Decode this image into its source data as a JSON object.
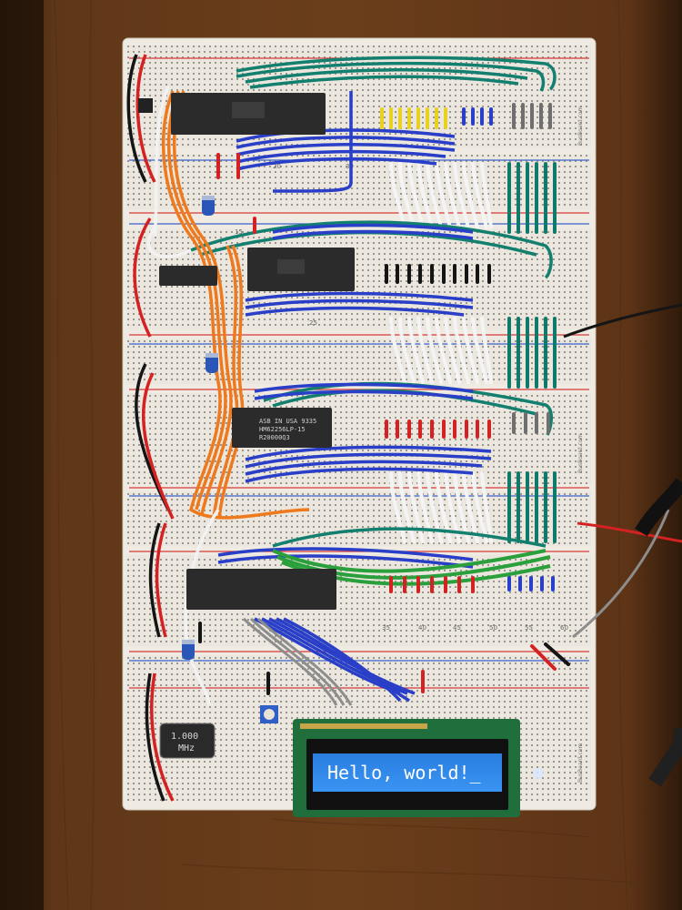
{
  "photo": {
    "lcd_text": "Hello, world!_",
    "oscillator_text": [
      "1.000",
      "MHz"
    ],
    "ram_chip_text": [
      "ASB IN USA 9335",
      "HM62256LP-15",
      "R20000Q3"
    ],
    "column_numbers": [
      "15",
      "20",
      "25",
      "30",
      "35",
      "40",
      "45",
      "50",
      "55",
      "60"
    ],
    "board_brand": "BusBoard.com"
  },
  "colors": {
    "table": "#5a3418",
    "breadboard": "#ece7de",
    "chip": "#2b2b2b",
    "wire_blue": "#2a3fc7",
    "wire_teal": "#0f7a6a",
    "wire_green": "#2a9e3a",
    "wire_orange": "#ef7a1d",
    "wire_white": "#f2f2f2",
    "wire_red": "#d42222",
    "lcd_background": "#2f86e8"
  }
}
